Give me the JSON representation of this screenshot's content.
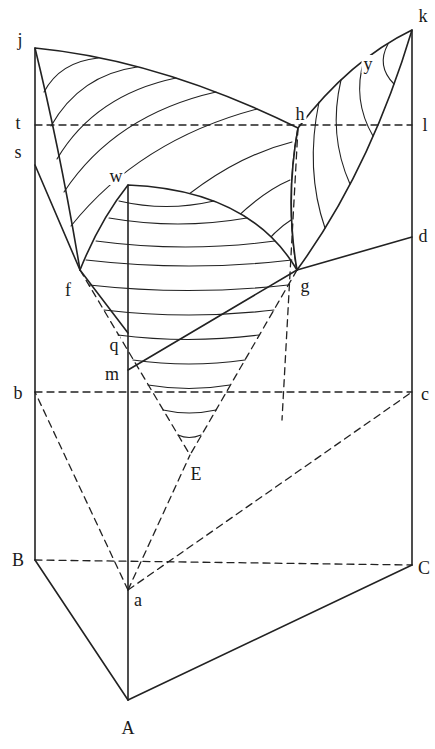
{
  "diagram": {
    "labels": [
      "k",
      "j",
      "y",
      "t",
      "h",
      "l",
      "s",
      "w",
      "d",
      "g",
      "f",
      "q",
      "m",
      "b",
      "c",
      "E",
      "B",
      "C",
      "a",
      "A"
    ]
  }
}
